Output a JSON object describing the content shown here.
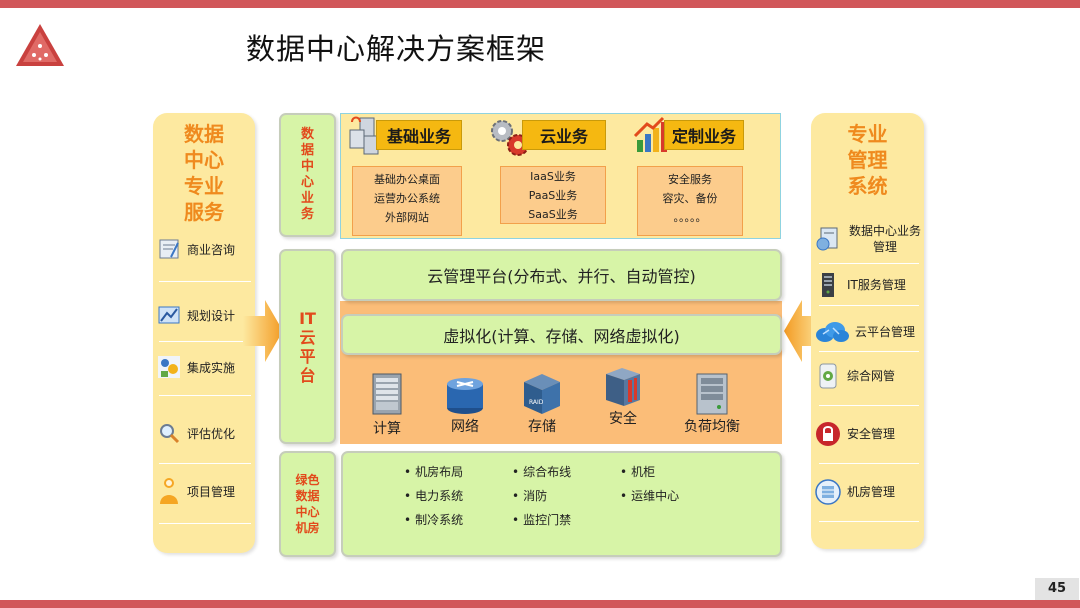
{
  "slide": {
    "title": "数据中心解决方案框架",
    "page_number": "45"
  },
  "colors": {
    "accent_bar": "#d1575a",
    "panel_yellow": "#fde9a0",
    "band_green": "#d7f4a7",
    "header_gold": "#f5b811",
    "detail_orange": "#fccc8c",
    "infra_orange": "#fbbd78",
    "category_red": "#e24a1c",
    "panel_title_orange": "#ef8a1e"
  },
  "left_panel": {
    "title_lines": [
      "数据",
      "中心",
      "专业",
      "服务"
    ],
    "items": [
      {
        "label": "商业咨询",
        "icon": "consulting-icon"
      },
      {
        "label": "规划设计",
        "icon": "planning-icon"
      },
      {
        "label": "集成实施",
        "icon": "integration-icon"
      },
      {
        "label": "评估优化",
        "icon": "magnifier-icon"
      },
      {
        "label": "项目管理",
        "icon": "person-icon"
      }
    ]
  },
  "categories": {
    "business": [
      "数",
      "据",
      "中",
      "心",
      "业",
      "务"
    ],
    "it_cloud": [
      "IT",
      "云",
      "平",
      "台"
    ],
    "green": [
      "绿色",
      "数据",
      "中心",
      "机房"
    ]
  },
  "business": {
    "columns": [
      {
        "header": "基础业务",
        "icon": "servers-icon",
        "lines": [
          "基础办公桌面",
          "运营办公系统",
          "外部网站"
        ]
      },
      {
        "header": "云业务",
        "icon": "gears-icon",
        "lines": [
          "IaaS业务",
          "PaaS业务",
          "SaaS业务"
        ]
      },
      {
        "header": "定制业务",
        "icon": "growth-chart-icon",
        "lines": [
          "安全服务",
          "容灾、备份",
          "。。。。。"
        ]
      }
    ]
  },
  "it_platform": {
    "cloud_mgmt": "云管理平台(分布式、并行、自动管控)",
    "virtualization": "虚拟化(计算、存储、网络虚拟化)",
    "infra": [
      {
        "label": "计算",
        "icon": "compute-server-icon"
      },
      {
        "label": "网络",
        "icon": "router-icon"
      },
      {
        "label": "存储",
        "icon": "raid-storage-icon"
      },
      {
        "label": "安全",
        "icon": "firewall-icon"
      },
      {
        "label": "负荷均衡",
        "icon": "load-balancer-icon"
      }
    ]
  },
  "green_room": {
    "items": [
      "机房布局",
      "综合布线",
      "机柜",
      "电力系统",
      "消防",
      "运维中心",
      "制冷系统",
      "监控门禁"
    ]
  },
  "right_panel": {
    "title_lines": [
      "专业",
      "管理",
      "系统"
    ],
    "items": [
      {
        "label": "数据中心业务管理",
        "icon": "business-mgmt-icon"
      },
      {
        "label": "IT服务管理",
        "icon": "server-tower-icon"
      },
      {
        "label": "云平台管理",
        "icon": "cloud-icon"
      },
      {
        "label": "综合网管",
        "icon": "network-mgmt-icon"
      },
      {
        "label": "安全管理",
        "icon": "lock-icon"
      },
      {
        "label": "机房管理",
        "icon": "datacenter-icon"
      }
    ]
  }
}
